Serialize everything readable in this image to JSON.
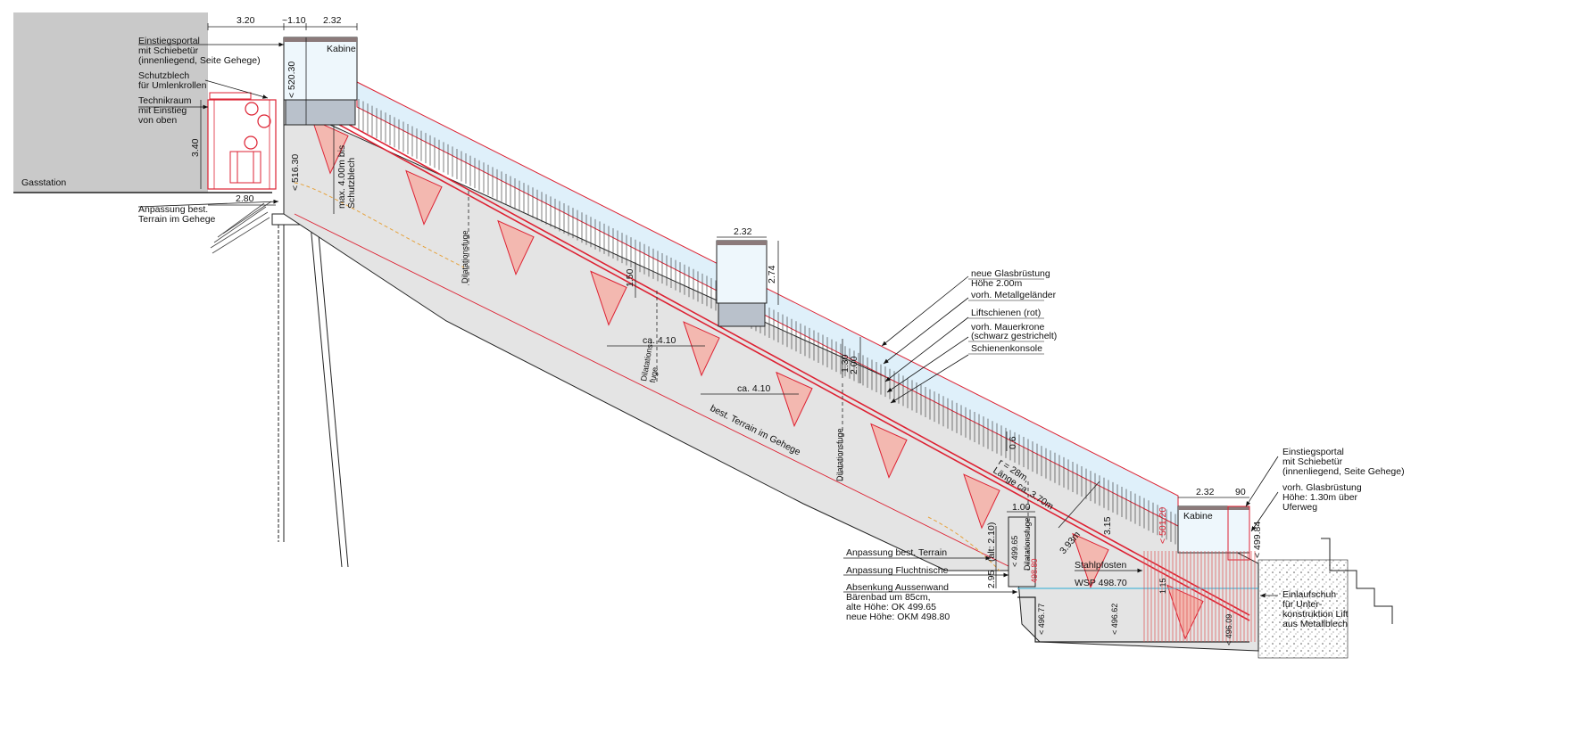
{
  "colors": {
    "wall": "#e4e4e4",
    "building": "#c9c9c9",
    "glass": "#e8f4fb",
    "rail": "#e02020",
    "railing": "#2a2a2a",
    "water": "#4fb8d8",
    "outline": "#222222"
  },
  "labels": {
    "gasstation": "Gasstation",
    "portal_top": [
      "Einstiegsportal",
      "mit Schiebetür",
      "(innenliegend, Seite Gehege)"
    ],
    "schutzblech": [
      "Schutzblech",
      "für Umlenkrollen"
    ],
    "technikraum": [
      "Technikraum",
      "mit Einstieg",
      "von oben"
    ],
    "anpassung_terrain_top": [
      "Anpassung best.",
      "Terrain im Gehege"
    ],
    "kabine_top": "Kabine",
    "kabine_bottom": "Kabine",
    "max_distance": [
      "max. 4.00m bis",
      "Schutzblech"
    ],
    "dilatation_1": "Dilatationsfuge",
    "dilatation_2": [
      "Dilatations-",
      "fuge"
    ],
    "dilatation_3": "Dilatationsfuge",
    "dilatation_4": "Dilatationsfuge",
    "terrain_gehege": "best. Terrain im Gehege",
    "glasbruestung_new": [
      "neue Glasbrüstung",
      "Höhe 2.00m"
    ],
    "metallgelaender": "vorh. Metallgeländer",
    "liftschienen": "Liftschienen (rot)",
    "mauerkrone": [
      "vorh. Mauerkrone",
      "(schwarz gestrichelt)"
    ],
    "schienenkonsole": "Schienenkonsole",
    "radius": [
      "r = 28m,",
      "Länge ca. 3.70m"
    ],
    "portal_bottom": [
      "Einstiegsportal",
      "mit Schiebetür",
      "(innenliegend, Seite Gehege)"
    ],
    "glasbruestung_old": [
      "vorh. Glasbrüstung",
      "Höhe: 1.30m über",
      "Uferweg"
    ],
    "anpassung_terrain_bottom": "Anpassung best. Terrain",
    "anpassung_fluchtnische": "Anpassung Fluchtnische",
    "absenkung": [
      "Absenkung Aussenwand",
      "Bärenbad um 85cm,",
      "alte Höhe: OK 499.65",
      "neue Höhe: OKM 498.80"
    ],
    "stahlpfosten": "Stahlpfosten",
    "wsp": "WSP 498.70",
    "einlaufschuh": [
      "Einlaufschuh",
      "für Unter-",
      "konstruktion Lift",
      "aus Metallblech"
    ]
  },
  "dimensions": {
    "top_3_20": "3.20",
    "top_1_10": "~1.10",
    "top_2_32": "2.32",
    "height_520": "< 520.30",
    "height_340": "3.40",
    "width_280": "2.80",
    "height_516": "< 516.30",
    "mid_cabin_width": "2.32",
    "mid_cabin_height": "2.74",
    "d_150": "1.50",
    "ca_410_a": "ca. 4.10",
    "ca_410_b": "ca. 4.10",
    "d_130": "1.30",
    "d_200": "2.00",
    "d_0_6": "0.6",
    "d_393": "3.93m",
    "bottom_cabin_width": "2.32",
    "d_90": "90",
    "d_100": "1.00",
    "d_210": "(alt: 2.10)",
    "d_295": "2.95",
    "lvl_499_65": "< 499.65",
    "lvl_498_80": "498.80",
    "lvl_499_84": "< 499.84",
    "lvl_501": "< 501.20",
    "d_3_15": "3.15",
    "d_115": "1.15",
    "lvl_496_77": "< 496.77",
    "lvl_496_62": "< 496.62",
    "lvl_496_09": "< 496.09"
  }
}
